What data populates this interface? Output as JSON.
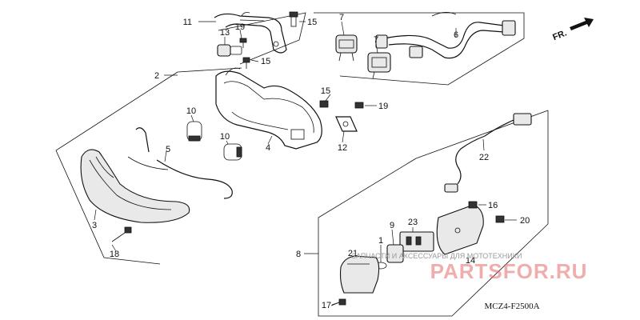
{
  "callouts": [
    "11",
    "15",
    "13",
    "19",
    "15",
    "7",
    "7",
    "6",
    "2",
    "10",
    "10",
    "5",
    "4",
    "15",
    "19",
    "12",
    "3",
    "18",
    "22",
    "16",
    "20",
    "9",
    "23",
    "1",
    "8",
    "21",
    "14",
    "17"
  ],
  "direction_label": "FR.",
  "diagram_code": "MCZ4-F2500A",
  "watermark": {
    "subtitle": "ЗАПЧАСТИ И АКСЕССУАРЫ ДЛЯ МОТОТЕХНИКИ",
    "brand": "PARTSFOR.RU"
  },
  "colors": {
    "line": "#111111",
    "watermark": "#e36a6a"
  }
}
